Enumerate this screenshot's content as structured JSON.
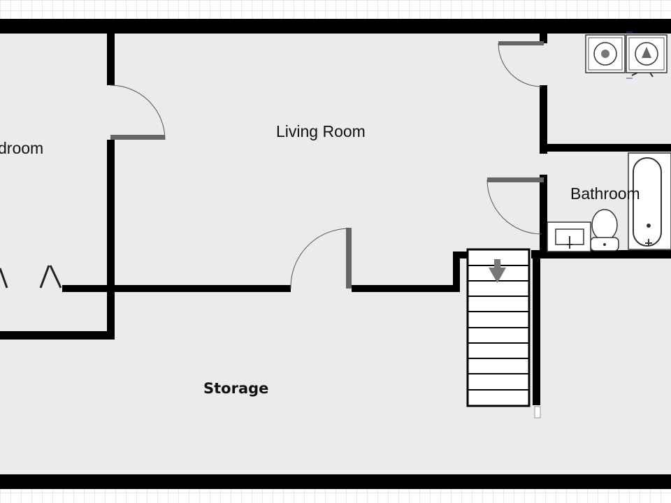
{
  "plan": {
    "rooms": {
      "bedroom": "droom",
      "living_room": "Living Room",
      "bathroom": "Bathroom",
      "storage": "Storage"
    },
    "colors": {
      "background": "#ffffff",
      "grid": "#cfd3d9",
      "floor": "#ebebeb",
      "wall": "#000000",
      "door_leaf": "#666666",
      "fixture_outline": "#333333"
    },
    "fixtures": [
      "washer-icon",
      "dryer-icon",
      "bathtub-icon",
      "toilet-icon",
      "sink-icon",
      "stairs-down-arrow-icon"
    ]
  }
}
